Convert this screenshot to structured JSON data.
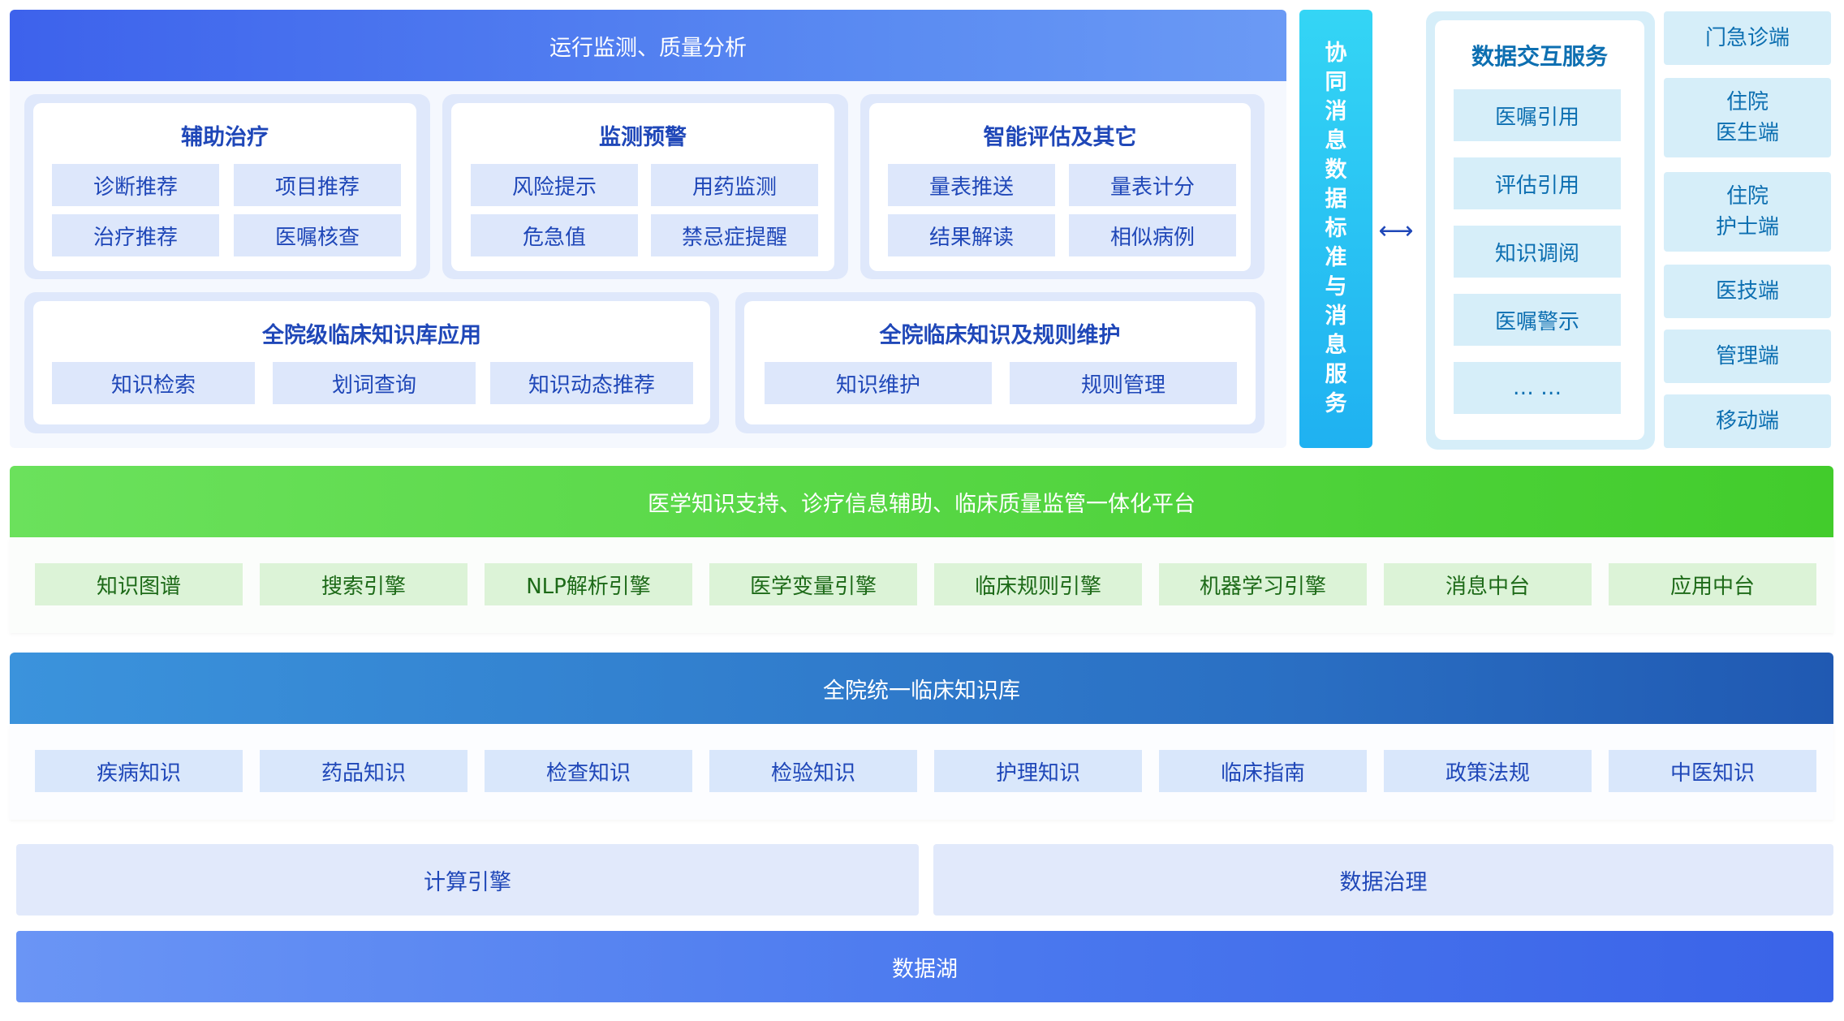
{
  "top": {
    "header": "运行监测、质量分析",
    "groups": [
      {
        "title": "辅助治疗",
        "items": [
          "诊断推荐",
          "项目推荐",
          "治疗推荐",
          "医嘱核查"
        ]
      },
      {
        "title": "监测预警",
        "items": [
          "风险提示",
          "用药监测",
          "危急值",
          "禁忌症提醒"
        ]
      },
      {
        "title": "智能评估及其它",
        "items": [
          "量表推送",
          "量表计分",
          "结果解读",
          "相似病例"
        ]
      },
      {
        "title": "全院级临床知识库应用",
        "items": [
          "知识检索",
          "划词查询",
          "知识动态推荐"
        ]
      },
      {
        "title": "全院临床知识及规则维护",
        "items": [
          "知识维护",
          "规则管理"
        ]
      }
    ]
  },
  "vbar": {
    "chars": [
      "协",
      "同",
      "消",
      "息",
      "数",
      "据",
      "标",
      "准",
      "与",
      "消",
      "息",
      "服",
      "务"
    ]
  },
  "arrow": "⟷",
  "data_exchange": {
    "title": "数据交互服务",
    "items": [
      "医嘱引用",
      "评估引用",
      "知识调阅",
      "医嘱警示",
      "… …"
    ]
  },
  "clients": [
    {
      "lines": [
        "门急诊端"
      ]
    },
    {
      "lines": [
        "住院",
        "医生端"
      ]
    },
    {
      "lines": [
        "住院",
        "护士端"
      ]
    },
    {
      "lines": [
        "医技端"
      ]
    },
    {
      "lines": [
        "管理端"
      ]
    },
    {
      "lines": [
        "移动端"
      ]
    }
  ],
  "platform": {
    "header": "医学知识支持、诊疗信息辅助、临床质量监管一体化平台",
    "items": [
      "知识图谱",
      "搜索引擎",
      "NLP解析引擎",
      "医学变量引擎",
      "临床规则引擎",
      "机器学习引擎",
      "消息中台",
      "应用中台"
    ]
  },
  "knowledge_base": {
    "header": "全院统一临床知识库",
    "items": [
      "疾病知识",
      "药品知识",
      "检查知识",
      "检验知识",
      "护理知识",
      "临床指南",
      "政策法规",
      "中医知识"
    ]
  },
  "base": {
    "compute": "计算引擎",
    "governance": "数据治理",
    "lake": "数据湖"
  }
}
